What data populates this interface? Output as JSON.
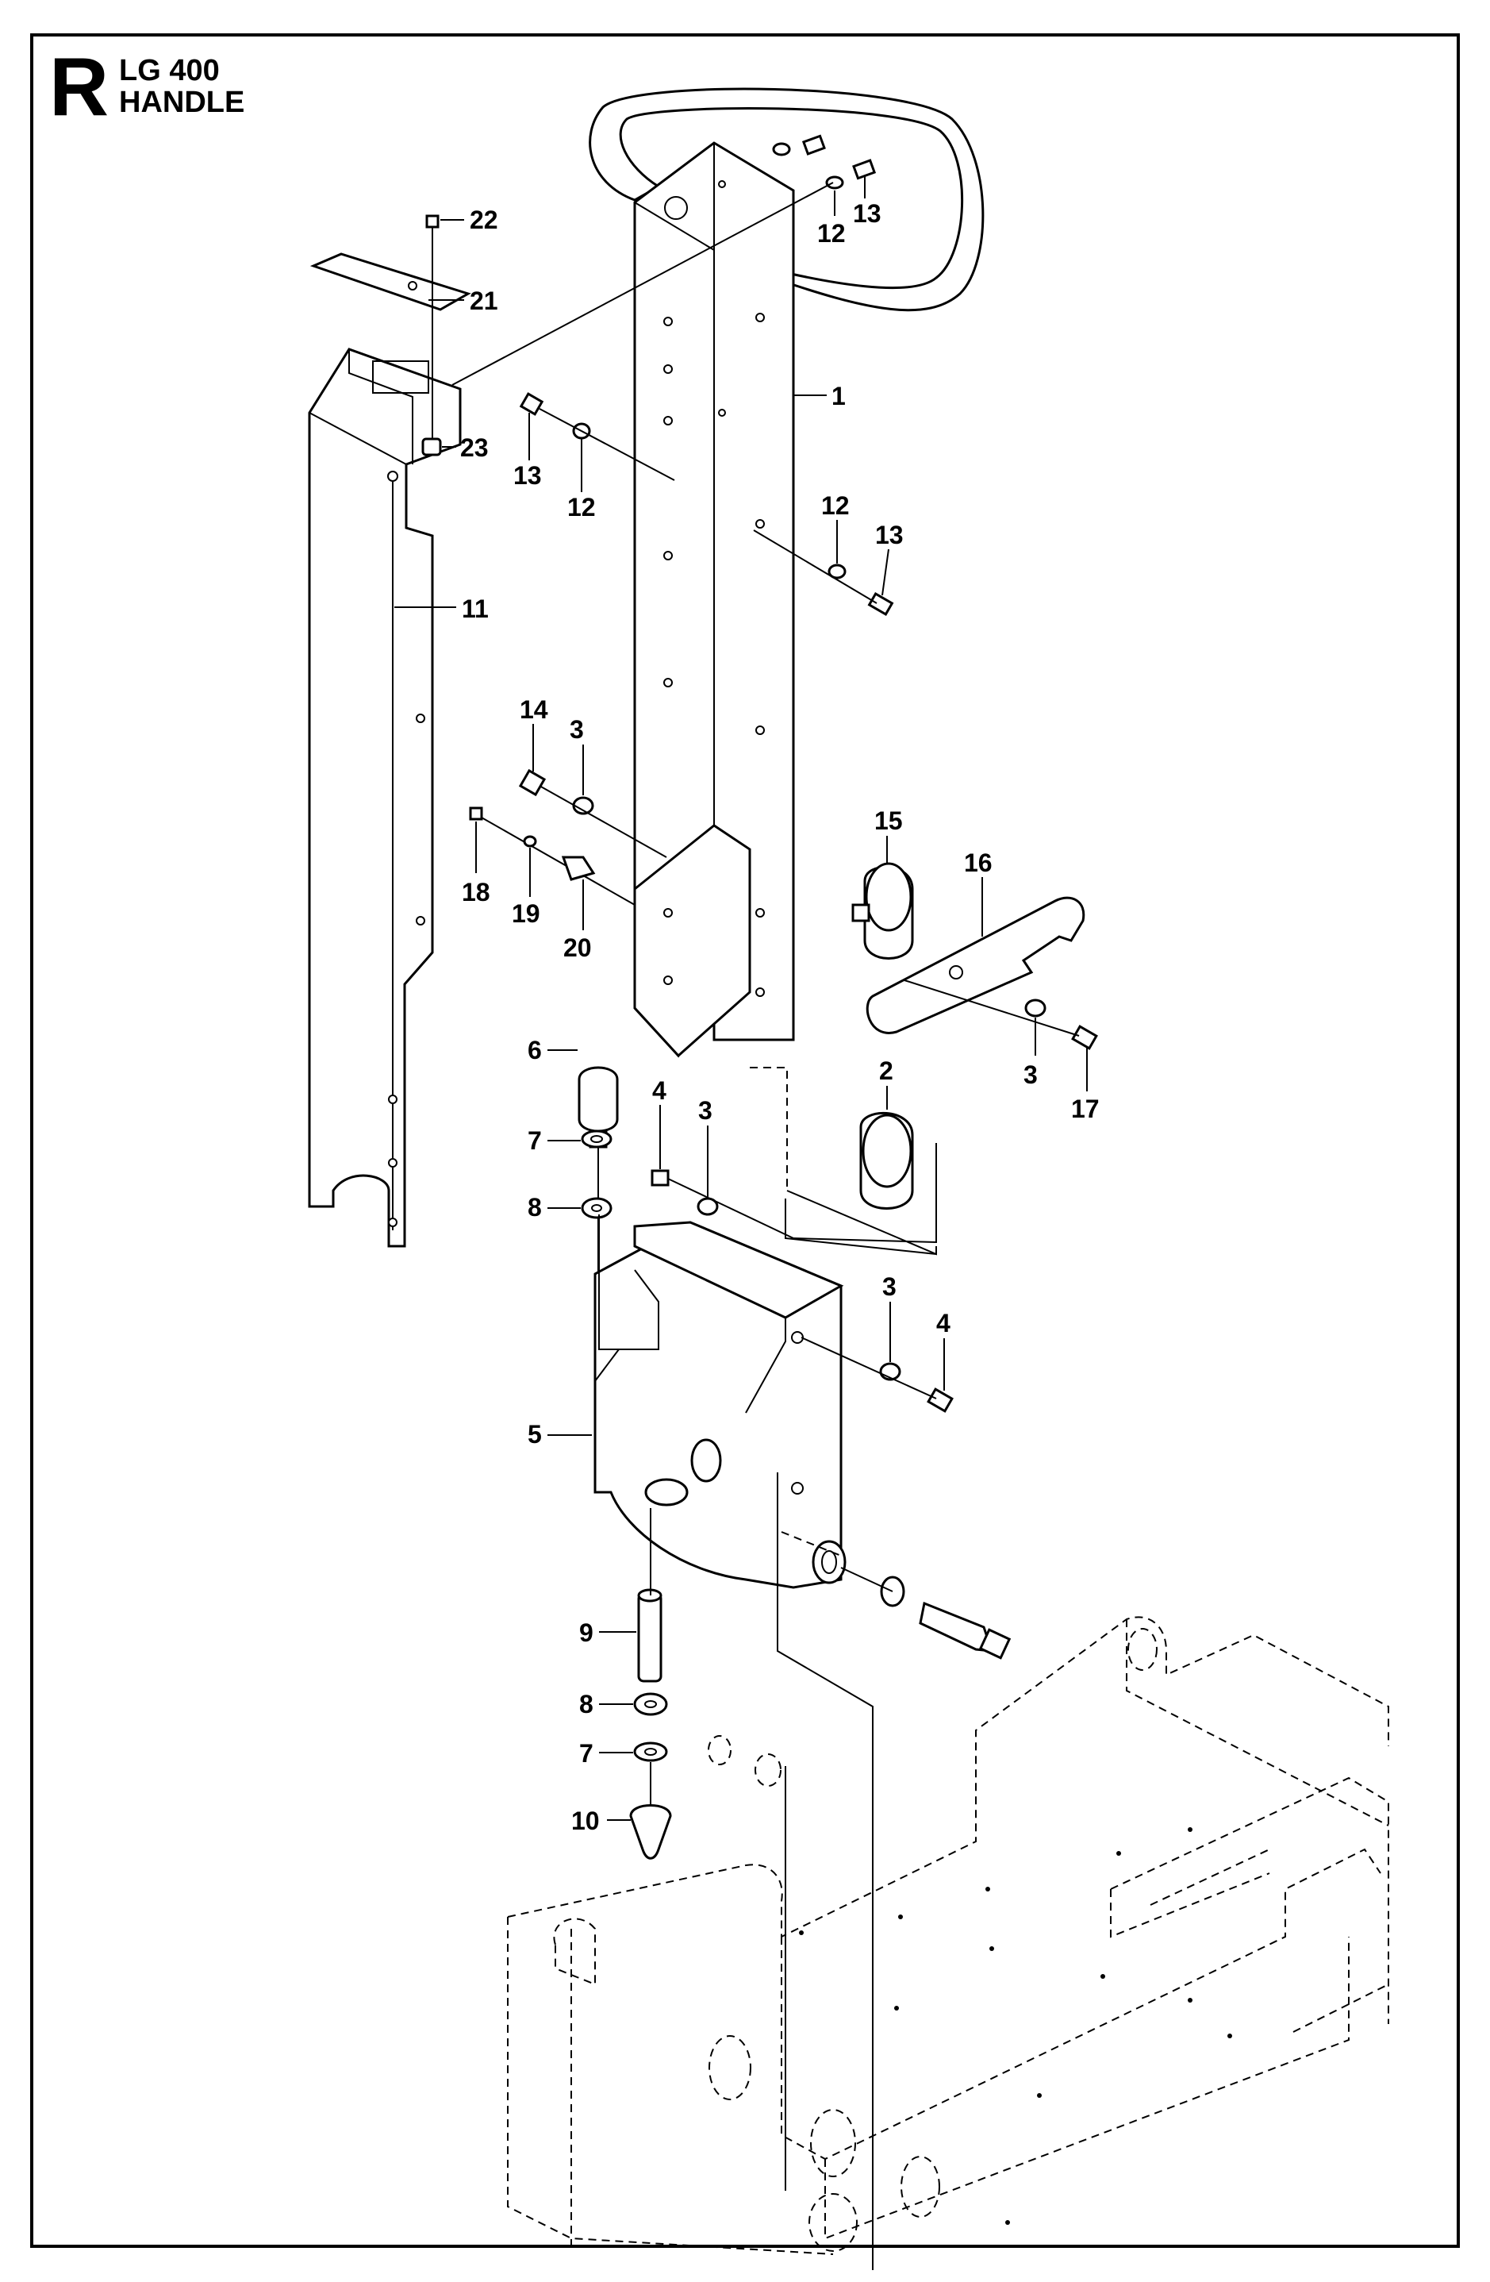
{
  "header": {
    "section_letter": "R",
    "model": "LG 400",
    "title": "HANDLE"
  },
  "callouts": [
    {
      "id": "c1",
      "label": "1"
    },
    {
      "id": "c2",
      "label": "2"
    },
    {
      "id": "c3a",
      "label": "3"
    },
    {
      "id": "c3b",
      "label": "3"
    },
    {
      "id": "c3c",
      "label": "3"
    },
    {
      "id": "c3d",
      "label": "3"
    },
    {
      "id": "c4a",
      "label": "4"
    },
    {
      "id": "c4b",
      "label": "4"
    },
    {
      "id": "c5",
      "label": "5"
    },
    {
      "id": "c6",
      "label": "6"
    },
    {
      "id": "c7a",
      "label": "7"
    },
    {
      "id": "c7b",
      "label": "7"
    },
    {
      "id": "c8a",
      "label": "8"
    },
    {
      "id": "c8b",
      "label": "8"
    },
    {
      "id": "c9",
      "label": "9"
    },
    {
      "id": "c10",
      "label": "10"
    },
    {
      "id": "c11",
      "label": "11"
    },
    {
      "id": "c12a",
      "label": "12"
    },
    {
      "id": "c12b",
      "label": "12"
    },
    {
      "id": "c12c",
      "label": "12"
    },
    {
      "id": "c13a",
      "label": "13"
    },
    {
      "id": "c13b",
      "label": "13"
    },
    {
      "id": "c13c",
      "label": "13"
    },
    {
      "id": "c14",
      "label": "14"
    },
    {
      "id": "c15",
      "label": "15"
    },
    {
      "id": "c16",
      "label": "16"
    },
    {
      "id": "c17",
      "label": "17"
    },
    {
      "id": "c18",
      "label": "18"
    },
    {
      "id": "c19",
      "label": "19"
    },
    {
      "id": "c20",
      "label": "20"
    },
    {
      "id": "c21",
      "label": "21"
    },
    {
      "id": "c22",
      "label": "22"
    },
    {
      "id": "c23",
      "label": "23"
    }
  ]
}
